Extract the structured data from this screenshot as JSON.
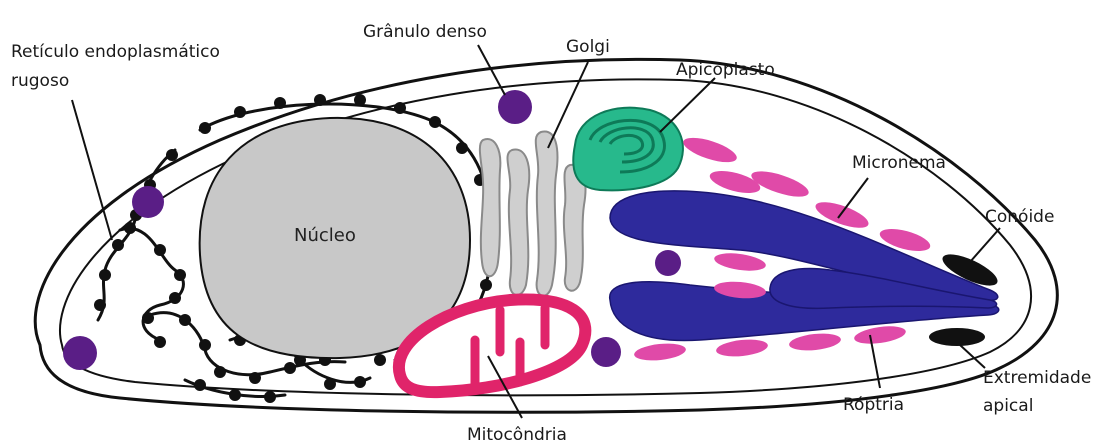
{
  "labels": {
    "rer_line1": "Retículo endoplasmático",
    "rer_line2": "rugoso",
    "granule": "Grânulo denso",
    "golgi": "Golgi",
    "apicoplast": "Apicoplasto",
    "microneme": "Micronema",
    "conoid": "Conóide",
    "nucleus": "Núcleo",
    "apical_line1": "Extremidade",
    "apical_line2": "apical",
    "rhoptry": "Róptria",
    "mitochondrion": "Mitocôndria"
  },
  "colors": {
    "membrane": "#111111",
    "nucleus": "#c8c8c8",
    "golgi": "#cfcfcf",
    "apicoplast": "#27b98c",
    "apicoplast_rings": "#0e7a58",
    "rhoptry": "#2e2a9c",
    "microneme": "#e04aa8",
    "dense_granule": "#5a1e86",
    "mitochondrion": "#e0246a",
    "conoid": "#111111"
  }
}
